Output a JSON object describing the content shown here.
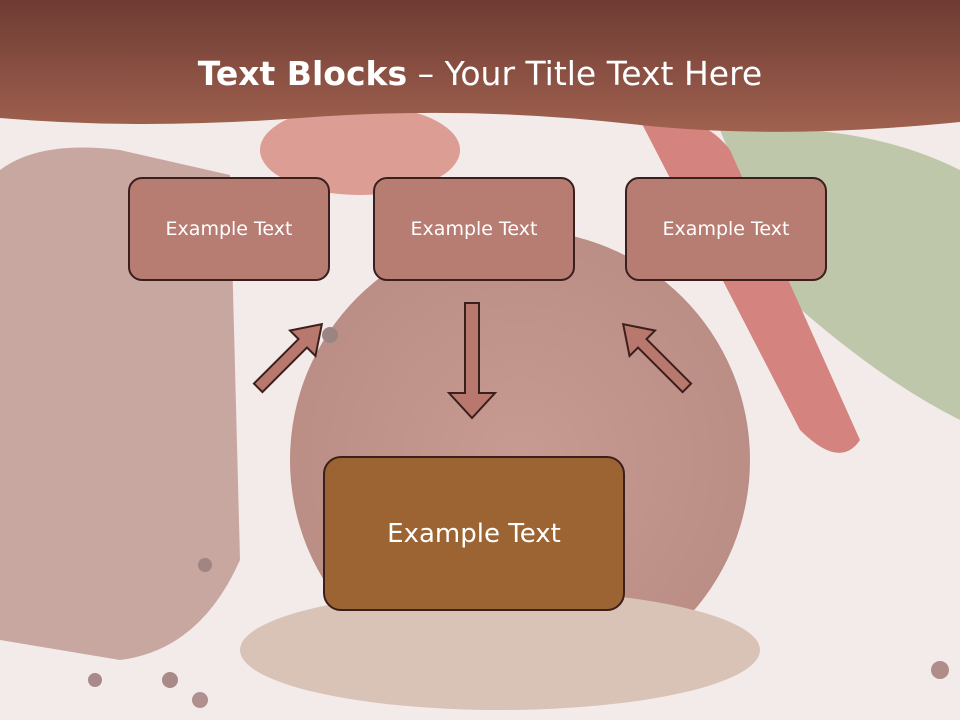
{
  "title": {
    "bold": "Text Blocks",
    "dash": " – ",
    "rest": "Your Title Text Here"
  },
  "boxes": [
    {
      "label": "Example Text"
    },
    {
      "label": "Example Text"
    },
    {
      "label": "Example Text"
    }
  ],
  "main_box": {
    "label": "Example Text"
  },
  "colors": {
    "header": "#9a5a4d",
    "box_fill": "#b77d73",
    "main_box_fill": "#9b6432",
    "arrow_fill": "#b9786d",
    "border": "#3b1f1c"
  }
}
